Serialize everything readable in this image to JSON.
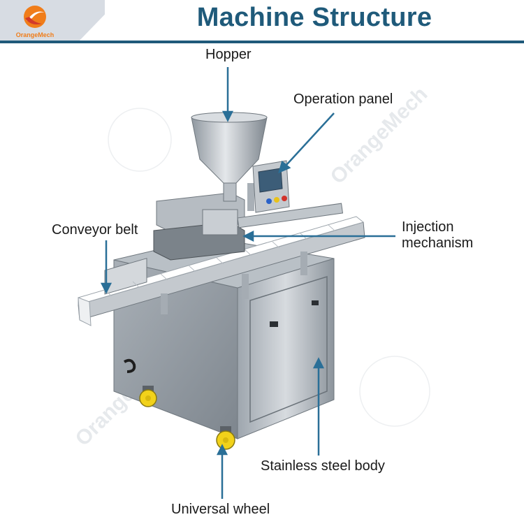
{
  "header": {
    "title": "Machine Structure",
    "logo_text": "OrangeMech"
  },
  "watermark": {
    "text": "OrangeMech"
  },
  "callouts": {
    "hopper": "Hopper",
    "operation_panel": "Operation panel",
    "conveyor_belt": "Conveyor belt",
    "injection_line1": "Injection",
    "injection_line2": "mechanism",
    "stainless_body": "Stainless steel body",
    "universal_wheel": "Universal wheel"
  },
  "colors": {
    "title": "#1f5a7a",
    "pointer": "#2a6f97",
    "logo_orange": "#f07d1a",
    "logo_red": "#d23a2a"
  }
}
